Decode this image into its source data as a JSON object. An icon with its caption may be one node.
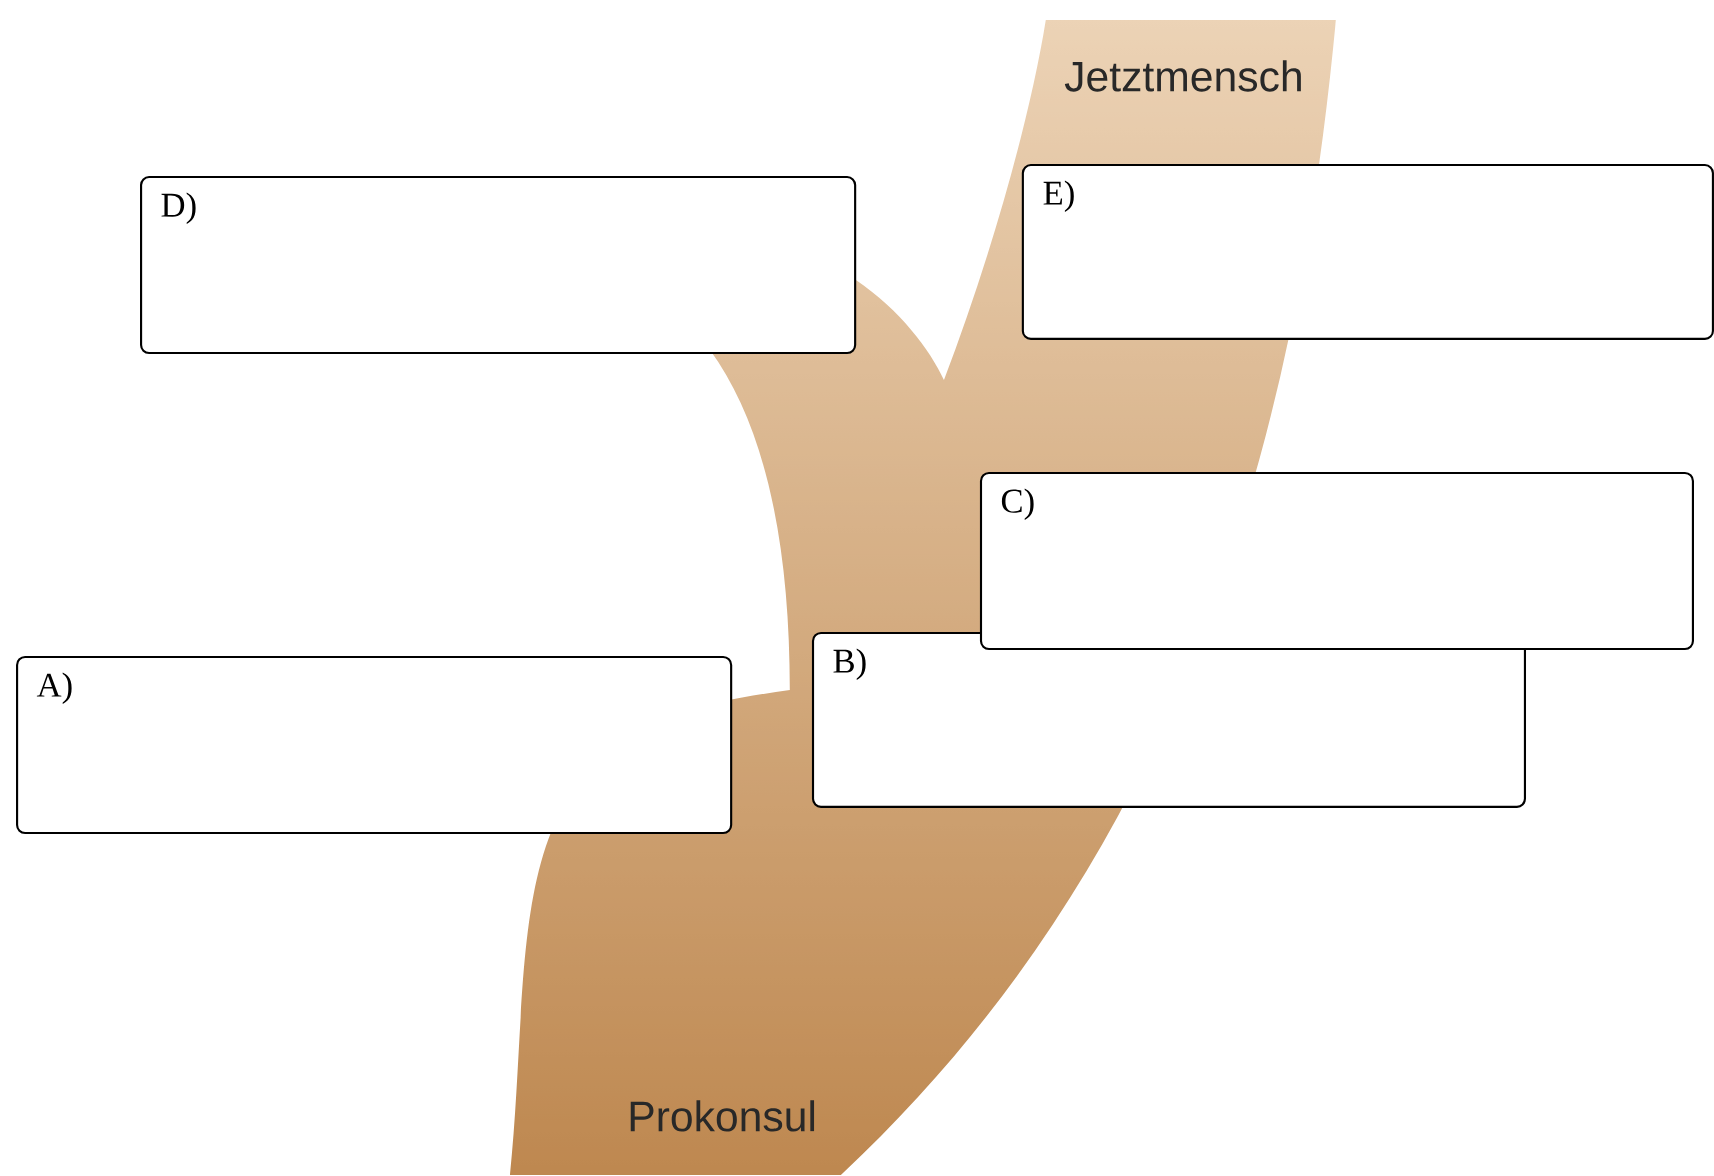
{
  "diagram": {
    "nodes": [
      {
        "text": [
          "D)"
        ]
      },
      {
        "text": [
          "E)"
        ]
      },
      {
        "text": [
          "C)"
        ]
      },
      {
        "text": [
          "B)"
        ]
      },
      {
        "text": [
          "A)"
        ]
      }
    ],
    "labels": [
      "Jetztmensch",
      "Prokonsul"
    ]
  }
}
